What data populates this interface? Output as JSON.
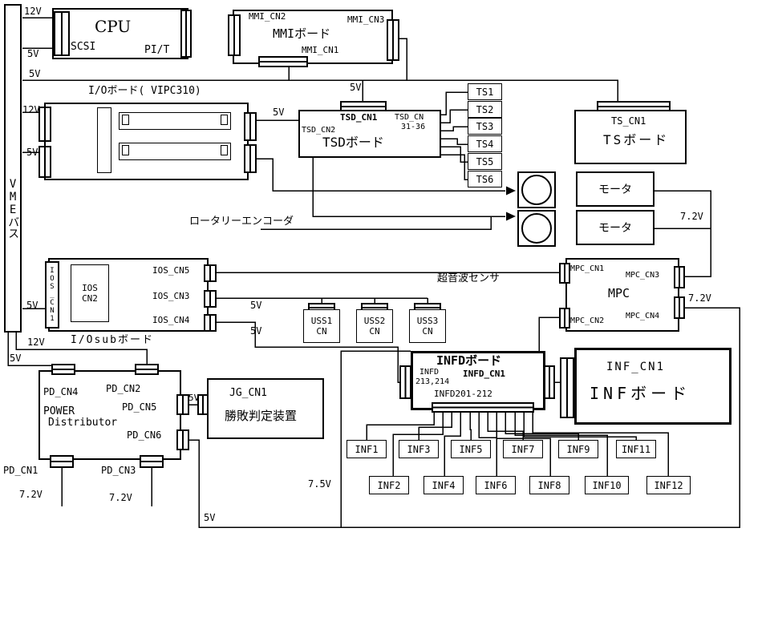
{
  "colors": {
    "line": "#000000",
    "background": "#ffffff"
  },
  "vme": {
    "label": "VMEバス"
  },
  "cpu": {
    "title": "CPU",
    "scsi": "SCSI",
    "pit": "PI/T"
  },
  "mmi": {
    "title": "MMIボード",
    "cn1": "MMI_CN1",
    "cn2": "MMI_CN2",
    "cn3": "MMI_CN3"
  },
  "io": {
    "title": "I/Oボード( VIPC310)"
  },
  "tsd": {
    "title": "TSDボード",
    "cn1": "TSD_CN1",
    "cn2": "TSD_CN2",
    "cn_right": "TSD_CN",
    "cn_range": "31-36"
  },
  "ts": {
    "cn": "TS_CN1",
    "title": "TSボード"
  },
  "ts_units": [
    "TS1",
    "TS2",
    "TS3",
    "TS4",
    "TS5",
    "TS6"
  ],
  "enc": {
    "rotary": "ロータリーエンコーダ",
    "ultrasonic": "超音波センサ"
  },
  "motors": [
    "モータ",
    "モータ"
  ],
  "mpc": {
    "title": "MPC",
    "cn1": "MPC_CN1",
    "cn2": "MPC_CN2",
    "cn3": "MPC_CN3",
    "cn4": "MPC_CN4"
  },
  "ios": {
    "cn1": "IOS_CN1",
    "cn2_line1": "IOS",
    "cn2_line2": "CN2",
    "cn3": "IOS_CN3",
    "cn4": "IOS_CN4",
    "cn5": "IOS_CN5",
    "title": "I/Osubボード"
  },
  "uss": [
    {
      "l1": "USS1",
      "l2": "CN"
    },
    {
      "l1": "USS2",
      "l2": "CN"
    },
    {
      "l1": "USS3",
      "l2": "CN"
    }
  ],
  "pd": {
    "power": "POWER",
    "distributor": "Distributor",
    "cn1": "PD_CN1",
    "cn2": "PD_CN2",
    "cn3": "PD_CN3",
    "cn4": "PD_CN4",
    "cn5": "PD_CN5",
    "cn6": "PD_CN6"
  },
  "jg": {
    "cn": "JG_CN1",
    "title": "勝敗判定装置"
  },
  "infd": {
    "title": "INFDボード",
    "l1": "INFD",
    "cn1": "INFD_CN1",
    "l2": "213,214",
    "l3": "INFD201-212"
  },
  "inf": {
    "cn": "INF_CN1",
    "title": "INFボード"
  },
  "inf_units": [
    "INF1",
    "INF3",
    "INF5",
    "INF7",
    "INF9",
    "INF11",
    "INF2",
    "INF4",
    "INF6",
    "INF8",
    "INF10",
    "INF12"
  ],
  "volt": {
    "v12_cpu": "12V",
    "v5_cpu": "5V",
    "v5_mmi": "5V",
    "v12_io": "12V",
    "v5_io": "5V",
    "v5_tsd_left": "5V",
    "v5_tsd_top": "5V",
    "v72_motor": "7.2V",
    "v72_mpc": "7.2V",
    "v5_ios": "5V",
    "v5_uss_a": "5V",
    "v5_uss_b": "5V",
    "v12_pd": "12V",
    "v5_pd": "5V",
    "v5_jg": "5V",
    "v72_pd1": "7.2V",
    "v72_pd3": "7.2V",
    "v75_inf": "7.5V",
    "v5_bottom": "5V"
  }
}
